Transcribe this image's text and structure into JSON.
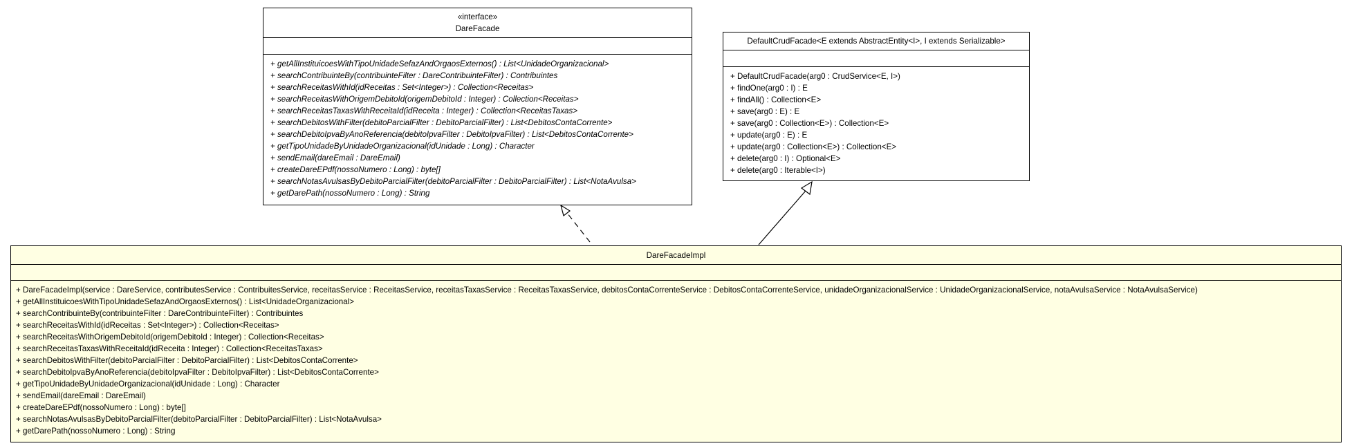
{
  "dare_facade": {
    "stereotype": "«interface»",
    "name": "DareFacade",
    "operations": [
      "+ getAllInstituicoesWithTipoUnidadeSefazAndOrgaosExternos() : List<UnidadeOrganizacional>",
      "+ searchContribuinteBy(contribuinteFilter : DareContribuinteFilter) : Contribuintes",
      "+ searchReceitasWithId(idReceitas : Set<Integer>) : Collection<Receitas>",
      "+ searchReceitasWithOrigemDebitoId(origemDebitoId : Integer) : Collection<Receitas>",
      "+ searchReceitasTaxasWithReceitaId(idReceita : Integer) : Collection<ReceitasTaxas>",
      "+ searchDebitosWithFilter(debitoParcialFilter : DebitoParcialFilter) : List<DebitosContaCorrente>",
      "+ searchDebitoIpvaByAnoReferencia(debitoIpvaFilter : DebitoIpvaFilter) : List<DebitosContaCorrente>",
      "+ getTipoUnidadeByUnidadeOrganizacional(idUnidade : Long) : Character",
      "+ sendEmail(dareEmail : DareEmail)",
      "+ createDareEPdf(nossoNumero : Long) : byte[]",
      "+ searchNotasAvulsasByDebitoParcialFilter(debitoParcialFilter : DebitoParcialFilter) : List<NotaAvulsa>",
      "+ getDarePath(nossoNumero : Long) : String"
    ]
  },
  "default_crud_facade": {
    "name": "DefaultCrudFacade<E extends AbstractEntity<I>, I extends Serializable>",
    "operations": [
      "+ DefaultCrudFacade(arg0 : CrudService<E, I>)",
      "+ findOne(arg0 : I) : E",
      "+ findAll() : Collection<E>",
      "+ save(arg0 : E) : E",
      "+ save(arg0 : Collection<E>) : Collection<E>",
      "+ update(arg0 : E) : E",
      "+ update(arg0 : Collection<E>) : Collection<E>",
      "+ delete(arg0 : I) : Optional<E>",
      "+ delete(arg0 : Iterable<I>)"
    ]
  },
  "dare_facade_impl": {
    "name": "DareFacadeImpl",
    "operations": [
      "+ DareFacadeImpl(service : DareService, contributesService : ContribuitesService, receitasService : ReceitasService, receitasTaxasService : ReceitasTaxasService, debitosContaCorrenteService : DebitosContaCorrenteService, unidadeOrganizacionalService : UnidadeOrganizacionalService, notaAvulsaService : NotaAvulsaService)",
      "+ getAllInstituicoesWithTipoUnidadeSefazAndOrgaosExternos() : List<UnidadeOrganizacional>",
      "+ searchContribuinteBy(contribuinteFilter : DareContribuinteFilter) : Contribuintes",
      "+ searchReceitasWithId(idReceitas : Set<Integer>) : Collection<Receitas>",
      "+ searchReceitasWithOrigemDebitoId(origemDebitoId : Integer) : Collection<Receitas>",
      "+ searchReceitasTaxasWithReceitaId(idReceita : Integer) : Collection<ReceitasTaxas>",
      "+ searchDebitosWithFilter(debitoParcialFilter : DebitoParcialFilter) : List<DebitosContaCorrente>",
      "+ searchDebitoIpvaByAnoReferencia(debitoIpvaFilter : DebitoIpvaFilter) : List<DebitosContaCorrente>",
      "+ getTipoUnidadeByUnidadeOrganizacional(idUnidade : Long) : Character",
      "+ sendEmail(dareEmail : DareEmail)",
      "+ createDareEPdf(nossoNumero : Long) : byte[]",
      "+ searchNotasAvulsasByDebitoParcialFilter(debitoParcialFilter : DebitoParcialFilter) : List<NotaAvulsa>",
      "+ getDarePath(nossoNumero : Long) : String"
    ]
  },
  "colors": {
    "impl_fill": "#ffffe3",
    "box_fill": "#ffffff",
    "line": "#000000"
  }
}
